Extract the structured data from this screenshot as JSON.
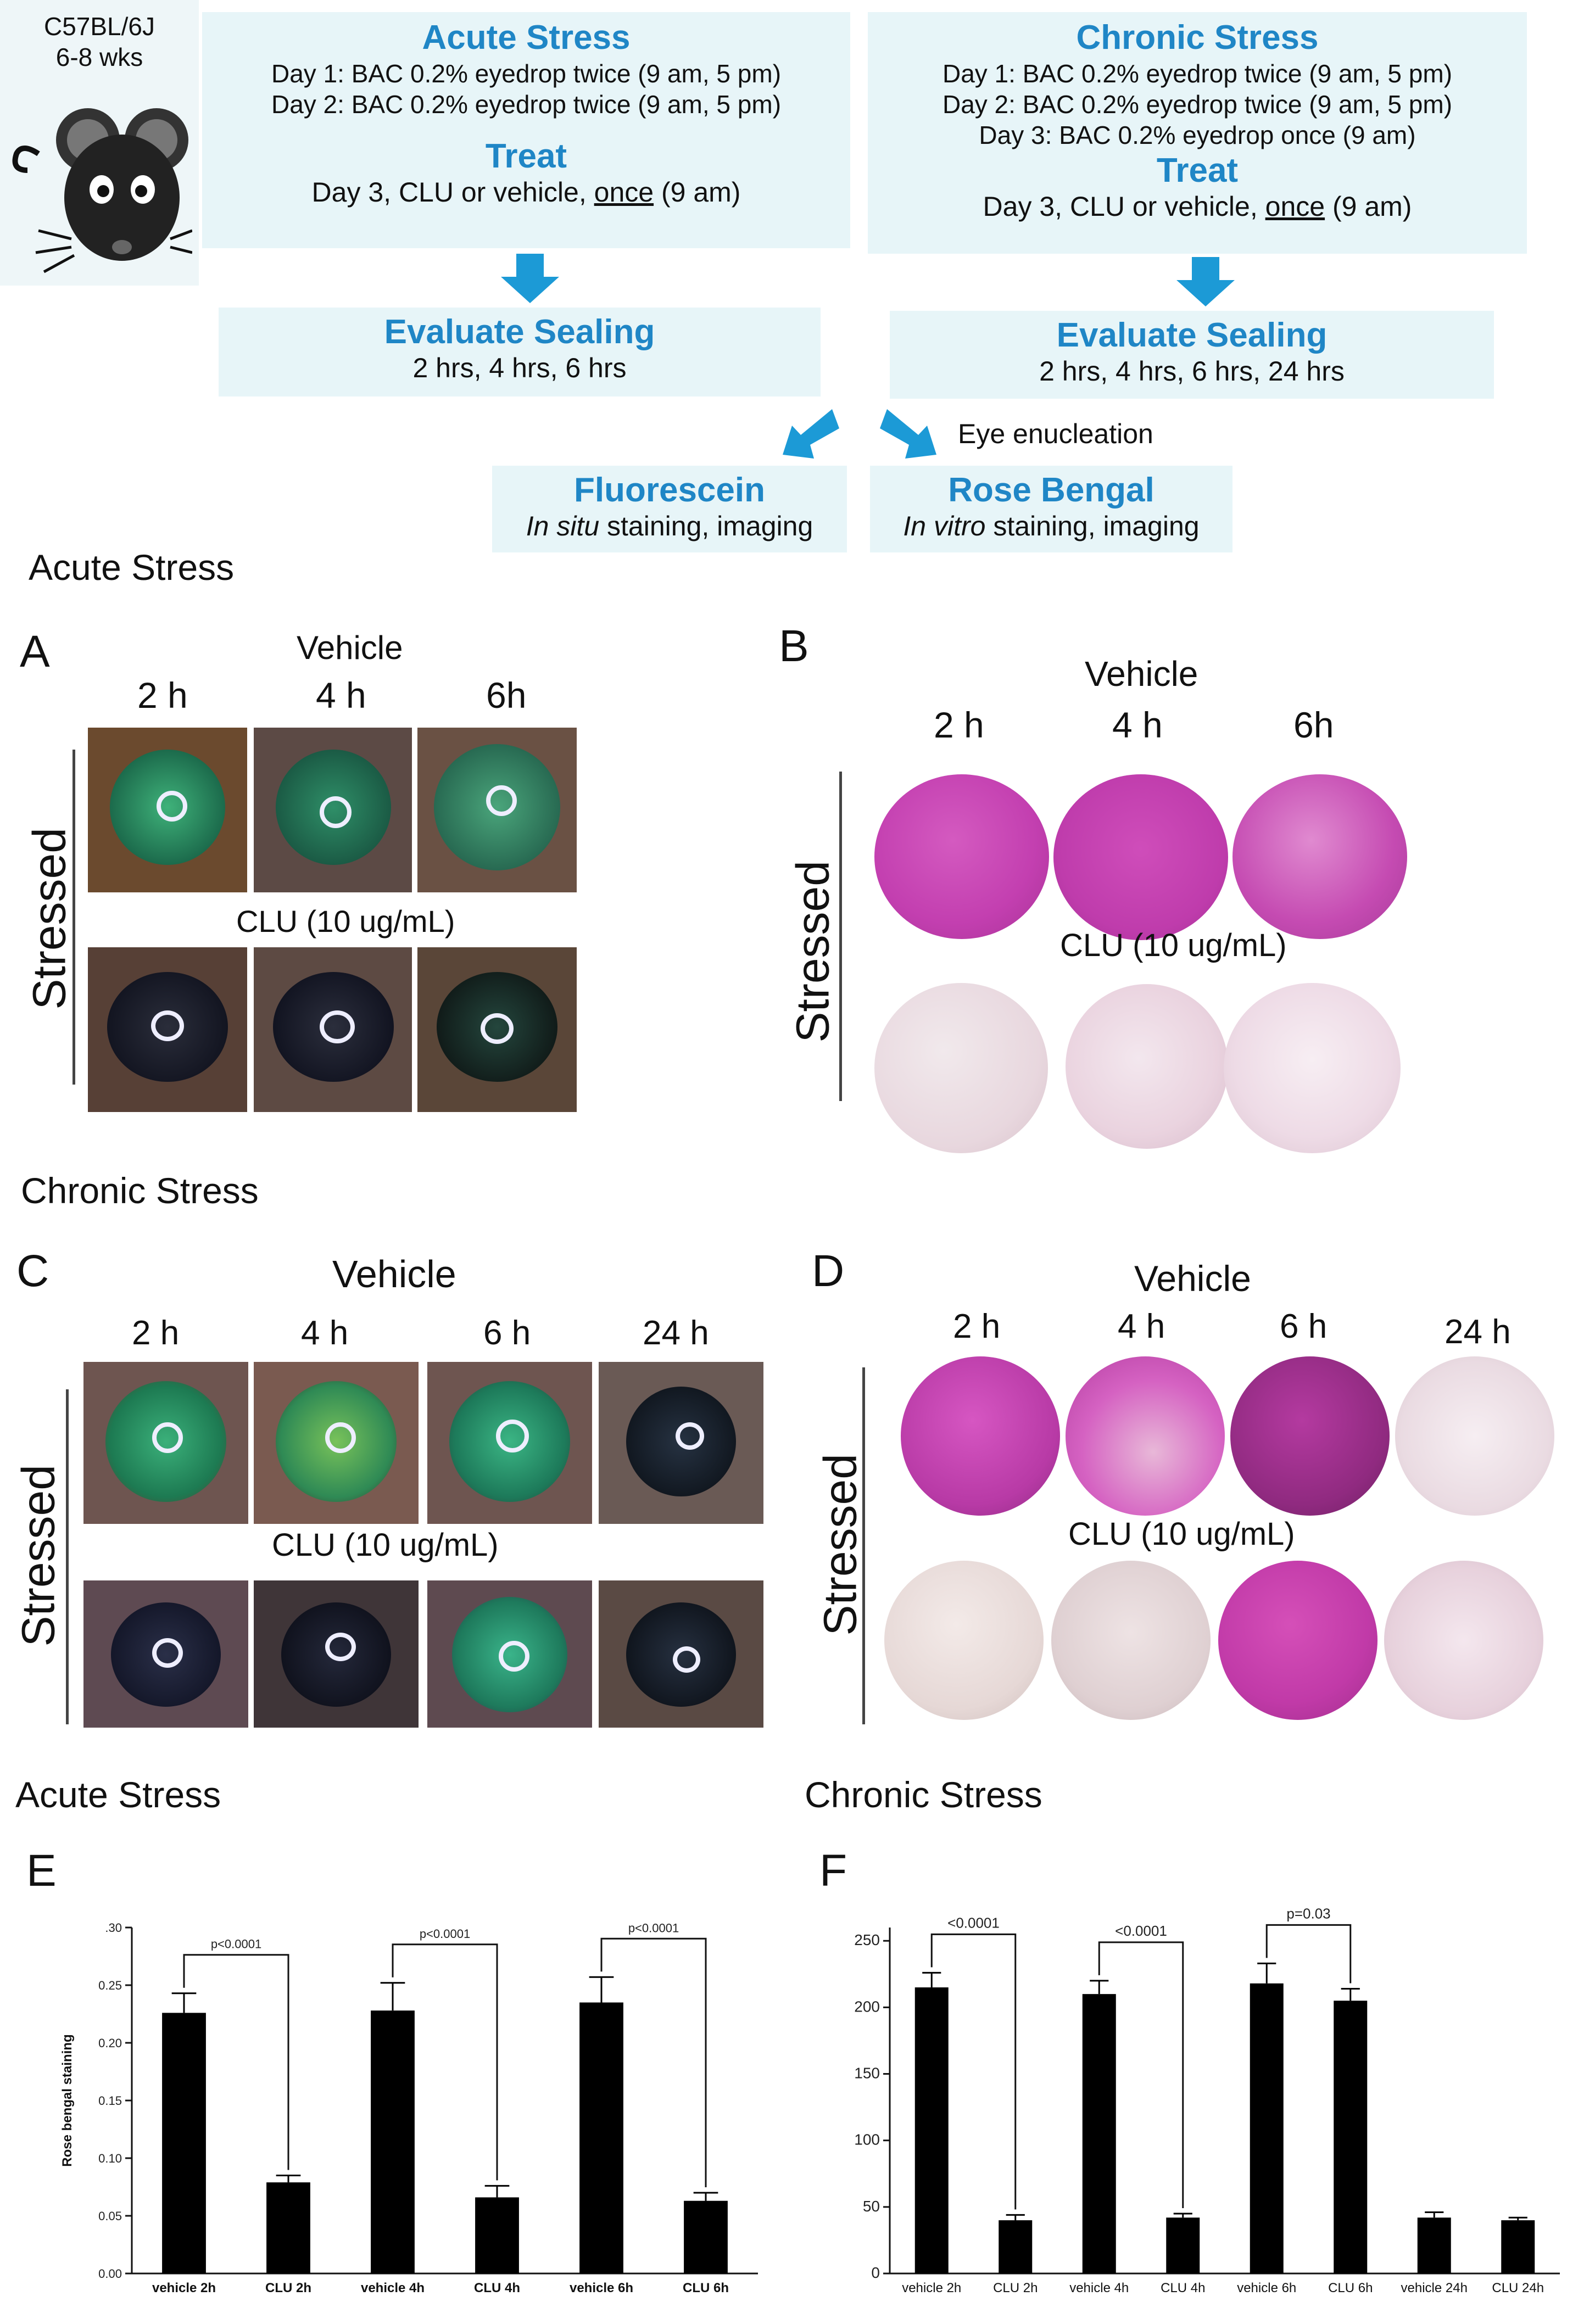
{
  "schematic": {
    "mouse_box": {
      "strain": "C57BL/6J",
      "age": "6-8 wks"
    },
    "acute": {
      "title": "Acute Stress",
      "lines": [
        "Day 1: BAC 0.2% eyedrop twice (9 am, 5 pm)",
        "Day 2: BAC 0.2% eyedrop twice (9 am, 5 pm)"
      ],
      "treat_title": "Treat",
      "treat_prefix": "Day 3, CLU or vehicle, ",
      "treat_emph": "once",
      "treat_suffix": " (9 am)",
      "eval_title": "Evaluate Sealing",
      "eval_times": "2 hrs, 4 hrs, 6 hrs"
    },
    "chronic": {
      "title": "Chronic Stress",
      "lines": [
        "Day 1: BAC 0.2% eyedrop twice (9 am, 5 pm)",
        "Day 2: BAC 0.2% eyedrop twice (9 am, 5 pm)",
        "Day 3: BAC 0.2% eyedrop once (9 am)"
      ],
      "treat_title": "Treat",
      "treat_prefix": "Day 3, CLU or vehicle, ",
      "treat_emph": "once",
      "treat_suffix": " (9 am)",
      "eval_title": "Evaluate Sealing",
      "eval_times": "2 hrs, 4 hrs, 6 hrs, 24 hrs"
    },
    "enucleation": "Eye enucleation",
    "fluorescein": {
      "title": "Fluorescein",
      "em": "In situ",
      "rest": " staining, imaging"
    },
    "rose": {
      "title": "Rose Bengal",
      "em": "In vitro",
      "rest": " staining, imaging"
    }
  },
  "sections": {
    "acute1": "Acute  Stress",
    "chronic1": "Chronic  Stress",
    "acute2": "Acute  Stress",
    "chronic2": "Chronic  Stress"
  },
  "panels": {
    "A": {
      "letter": "A",
      "vehicle": "Vehicle",
      "times": [
        "2 h",
        "4 h",
        "6h"
      ],
      "clu": "CLU (10 ug/mL)",
      "side": "Stressed"
    },
    "B": {
      "letter": "B",
      "vehicle": "Vehicle",
      "times": [
        "2 h",
        "4 h",
        "6h"
      ],
      "clu": "CLU (10 ug/mL)",
      "side": "Stressed"
    },
    "C": {
      "letter": "C",
      "vehicle": "Vehicle",
      "times": [
        "2 h",
        "4 h",
        "6 h",
        "24 h"
      ],
      "clu": "CLU (10 ug/mL)",
      "side": "Stressed"
    },
    "D": {
      "letter": "D",
      "vehicle": "Vehicle",
      "times": [
        "2 h",
        "4 h",
        "6 h",
        "24 h"
      ],
      "clu": "CLU (10 ug/mL)",
      "side": "Stressed"
    },
    "E": {
      "letter": "E"
    },
    "F": {
      "letter": "F"
    }
  },
  "colors": {
    "accent_blue": "#1f86c6",
    "box_bg": "#e7f5f8",
    "arrow": "#1c9ad6",
    "stain_magenta": "#c53aa8",
    "fluorescein_green": "#2f9b63"
  },
  "chart_data": [
    {
      "type": "bar",
      "panel": "E",
      "ylabel": "Rose bengal staining",
      "categories": [
        "vehicle 2h",
        "CLU 2h",
        "vehicle 4h",
        "CLU 4h",
        "vehicle 6h",
        "CLU 6h"
      ],
      "values": [
        0.226,
        0.079,
        0.228,
        0.066,
        0.235,
        0.063
      ],
      "errors": [
        0.017,
        0.006,
        0.024,
        0.01,
        0.022,
        0.007
      ],
      "yticks": [
        "0.00",
        "0.05",
        "0.10",
        "0.15",
        "0.20",
        "0.25",
        ".30"
      ],
      "ylim": [
        0,
        0.3
      ],
      "comparisons": [
        {
          "from": 0,
          "to": 1,
          "label": "p<0.0001"
        },
        {
          "from": 2,
          "to": 3,
          "label": "p<0.0001"
        },
        {
          "from": 4,
          "to": 5,
          "label": "p<0.0001"
        }
      ]
    },
    {
      "type": "bar",
      "panel": "F",
      "ylabel": "",
      "categories": [
        "vehicle 2h",
        "CLU 2h",
        "vehicle 4h",
        "CLU 4h",
        "vehicle 6h",
        "CLU 6h",
        "vehicle 24h",
        "CLU 24h"
      ],
      "values": [
        215,
        40,
        210,
        42,
        218,
        205,
        42,
        40
      ],
      "errors": [
        11,
        4,
        10,
        3,
        15,
        9,
        4,
        2
      ],
      "yticks": [
        "0",
        "50",
        "100",
        "150",
        "200",
        "250"
      ],
      "ylim": [
        0,
        260
      ],
      "comparisons": [
        {
          "from": 0,
          "to": 1,
          "label": "<0.0001"
        },
        {
          "from": 2,
          "to": 3,
          "label": "<0.0001"
        },
        {
          "from": 4,
          "to": 5,
          "label": "p=0.03"
        }
      ]
    }
  ]
}
